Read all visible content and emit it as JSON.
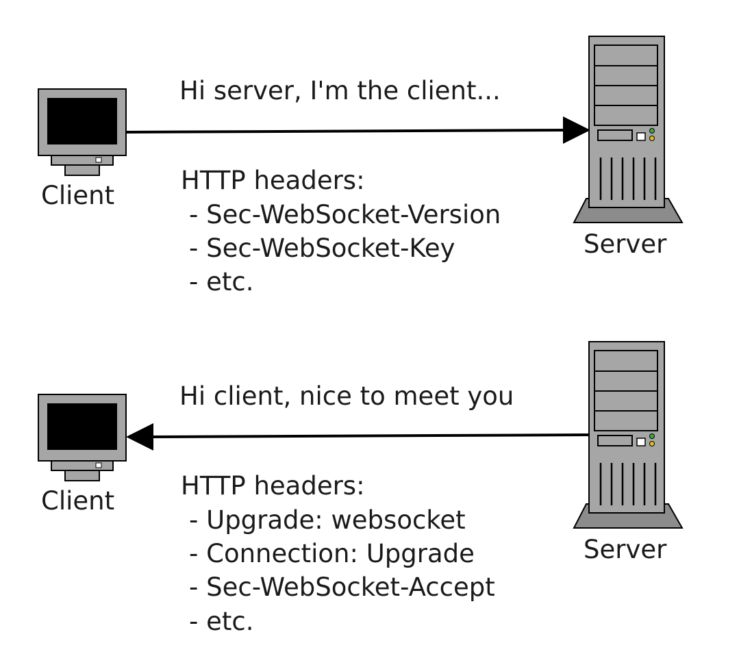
{
  "colors": {
    "line": "#000000",
    "device_body": "#a6a6a6",
    "device_dark": "#8c8c8c",
    "screen": "#000000",
    "led_green": "#3ea83e",
    "led_yellow": "#e0c020"
  },
  "exchanges": [
    {
      "direction": "client-to-server",
      "client_label": "Client",
      "server_label": "Server",
      "message": "Hi server, I'm the client...",
      "headers_title": "HTTP headers:",
      "headers": [
        "- Sec-WebSocket-Version",
        "- Sec-WebSocket-Key",
        "- etc."
      ]
    },
    {
      "direction": "server-to-client",
      "client_label": "Client",
      "server_label": "Server",
      "message": "Hi client, nice to meet you",
      "headers_title": "HTTP headers:",
      "headers": [
        "- Upgrade: websocket",
        "- Connection: Upgrade",
        "- Sec-WebSocket-Accept",
        "- etc."
      ]
    }
  ]
}
